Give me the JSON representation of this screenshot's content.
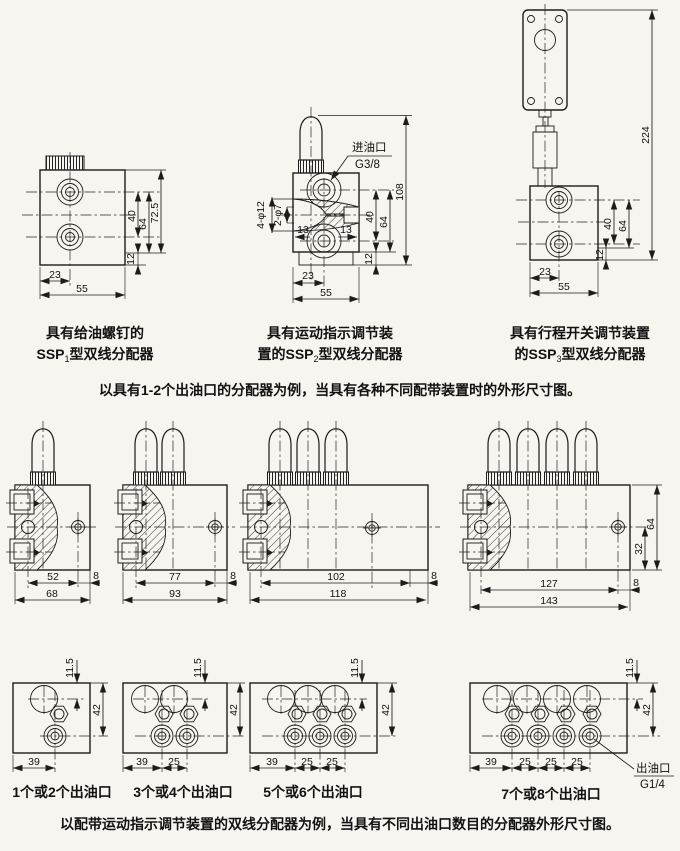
{
  "notes": {
    "middle": "以具有1-2个出油口的分配器为例，当具有各种不同配带装置时的外形尺寸图。",
    "bottom": "以配带运动指示调节装置的双线分配器为例，当具有不同出油口数目的分配器外形尺寸图。"
  },
  "top": {
    "ssp1": {
      "cap1": "具有给油螺钉的",
      "cap2a": "",
      "cap2b": "SSP",
      "cap2sub": "1",
      "cap2c": "型双线分配器",
      "d40": "40",
      "d64": "64",
      "d725": "72.5",
      "d23": "23",
      "d55": "55",
      "d12": "12"
    },
    "ssp2": {
      "cap1": "具有运动指示调节装",
      "cap2a": "置的",
      "cap2b": "SSP",
      "cap2sub": "2",
      "cap2c": "型双线分配器",
      "inlet_l1": "进油口",
      "inlet_l2": "G3/8",
      "holes_a": "4-φ12",
      "holes_b": "2-φ7",
      "d13l": "13",
      "d13r": "13",
      "d40": "40",
      "d64": "64",
      "d108": "108",
      "d23": "23",
      "d55": "55",
      "d12": "12"
    },
    "ssp3": {
      "cap1": "具有行程开关调节装置",
      "cap2a": "的",
      "cap2b": "SSP",
      "cap2sub": "3",
      "cap2c": "型双线分配器",
      "d40": "40",
      "d64": "64",
      "d224": "224",
      "d23": "23",
      "d55": "55",
      "d12": "12"
    }
  },
  "mid": {
    "m1": {
      "inner": "52",
      "edge": "8",
      "total": "68"
    },
    "m2": {
      "inner": "77",
      "edge": "8",
      "total": "93"
    },
    "m3": {
      "inner": "102",
      "edge": "8",
      "total": "118"
    },
    "m4": {
      "inner": "127",
      "edge": "8",
      "total": "143",
      "d32": "32",
      "d64": "64"
    }
  },
  "bottom": {
    "b1": {
      "cap": "1个或2个出油口",
      "d115": "11.5",
      "d42": "42",
      "d39": "39"
    },
    "b2": {
      "cap": "3个或4个出油口",
      "d115": "11.5",
      "d42": "42",
      "d39": "39",
      "p1": "25"
    },
    "b3": {
      "cap": "5个或6个出油口",
      "d115": "11.5",
      "d42": "42",
      "d39": "39",
      "p1": "25",
      "p2": "25"
    },
    "b4": {
      "cap": "7个或8个出油口",
      "d115": "11.5",
      "d42": "42",
      "d39": "39",
      "p1": "25",
      "p2": "25",
      "p3": "25",
      "lead1": "出油口",
      "lead2": "G1/4"
    }
  }
}
